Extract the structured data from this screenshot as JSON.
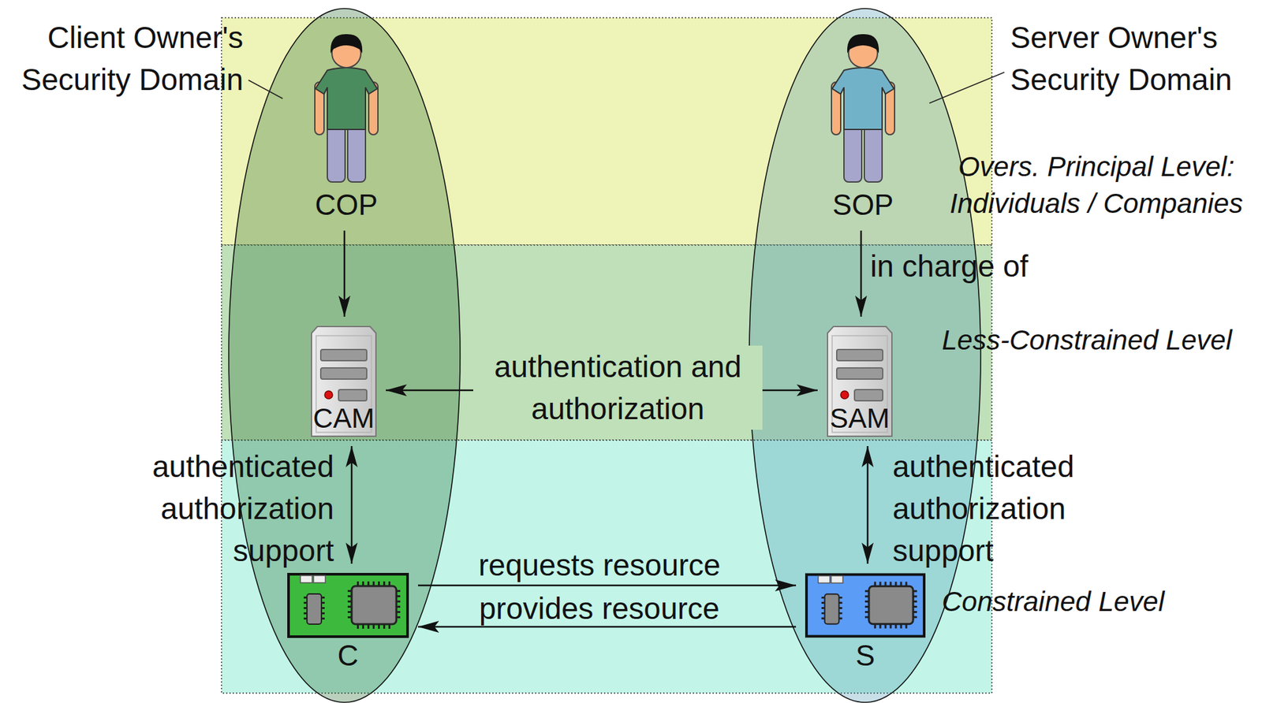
{
  "diagram": {
    "nodes": [
      {
        "text": [
          "Client Owner's Security Domain"
        ]
      },
      {
        "text": [
          "COP"
        ],
        "in": 0
      },
      {
        "text": [
          "CAM"
        ],
        "in": 0
      },
      {
        "text": [
          "C"
        ],
        "in": 0
      },
      {
        "text": [
          "Server Owner's Security Domain"
        ]
      },
      {
        "text": [
          "SOP"
        ],
        "in": 4
      },
      {
        "text": [
          "SAM"
        ],
        "in": 4
      },
      {
        "text": [
          "S"
        ],
        "in": 4
      }
    ],
    "edges": [
      {
        "from": 1,
        "to": 2,
        "arrow": "to"
      },
      {
        "from": 5,
        "to": 6,
        "arrow": "to",
        "label": "in charge of"
      },
      {
        "from": 2,
        "to": 6,
        "arrow": "both",
        "label": "authentication and authorization"
      },
      {
        "from": 2,
        "to": 3,
        "arrow": "both",
        "label": "authenticated authorization support"
      },
      {
        "from": 6,
        "to": 7,
        "arrow": "both",
        "label": "authenticated authorization support"
      },
      {
        "from": 3,
        "to": 7,
        "arrow": "to",
        "label": "requests resource"
      },
      {
        "from": 7,
        "to": 3,
        "arrow": "to",
        "label": "provides resource"
      }
    ],
    "labels": [
      "Overs. Principal Level: Individuals / Companies",
      "Less-Constrained Level",
      "Constrained Level"
    ]
  }
}
